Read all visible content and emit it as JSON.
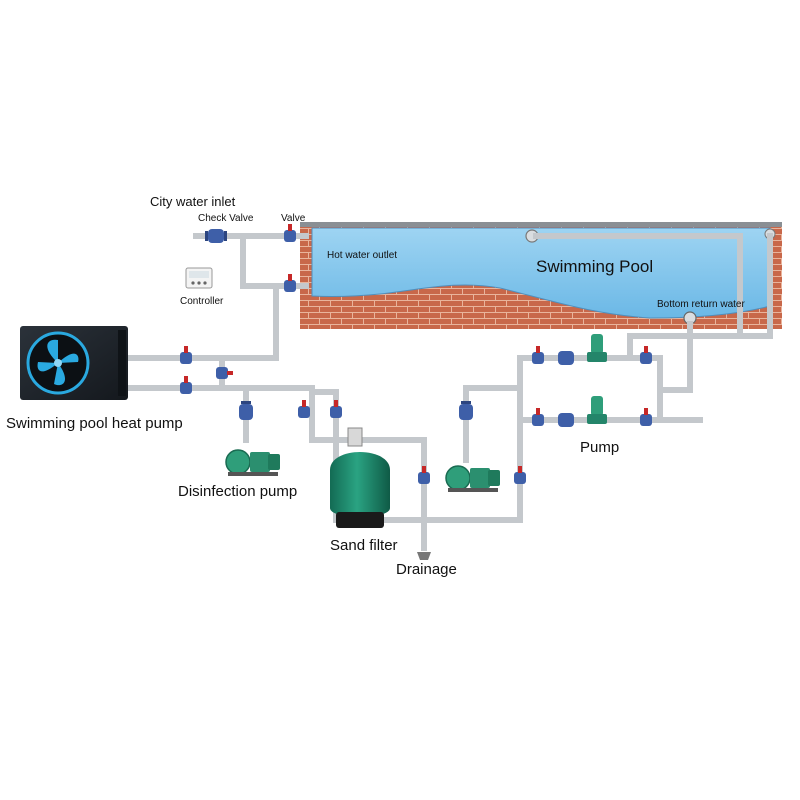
{
  "labels": {
    "city_water_inlet": "City water inlet",
    "check_valve": "Check Valve",
    "valve": "Valve",
    "controller": "Controller",
    "hot_water_outlet": "Hot water outlet",
    "swimming_pool": "Swimming Pool",
    "bottom_return_water": "Bottom return water",
    "heat_pump": "Swimming pool heat pump",
    "disinfection_pump": "Disinfection pump",
    "sand_filter": "Sand filter",
    "drainage": "Drainage",
    "pump": "Pump"
  },
  "colors": {
    "pipe": "#c4c8cc",
    "water": "#7ec4ec",
    "brick": "#c8684a",
    "valve_body": "#3e5fa8",
    "valve_handle": "#c62828",
    "pump_green": "#2f9e7a",
    "filter_tank": "#1f8a6e",
    "heat_pump_body": "#1d232a",
    "fan_blue": "#2aa9e0"
  },
  "icons": [
    "heat-pump-icon",
    "fan-icon",
    "valve-icon",
    "check-valve-icon",
    "controller-icon",
    "centrifugal-pump-icon",
    "vertical-pump-icon",
    "sand-filter-icon",
    "drain-icon"
  ]
}
